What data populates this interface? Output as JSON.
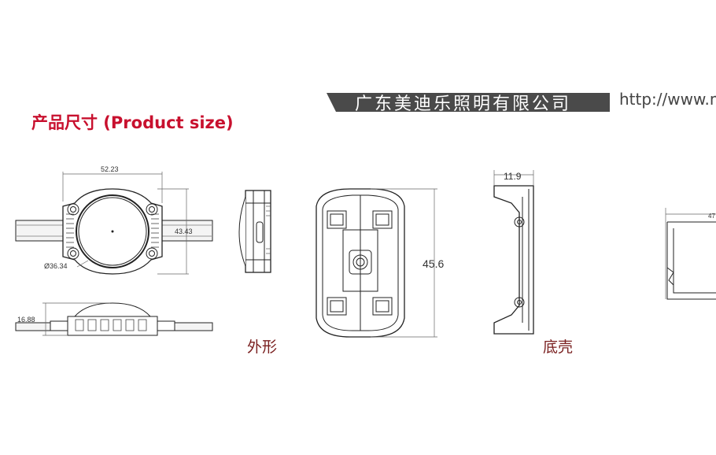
{
  "header": {
    "company": "广东美迪乐照明有限公司",
    "url": "http://www.m"
  },
  "title": "产品尺寸 (Product size)",
  "captions": {
    "appearance": "外形",
    "base": "底壳"
  },
  "dimensions": {
    "front_width": "52.23",
    "front_height": "43.43",
    "lens_diameter": "Ø36.34",
    "side_height": "16.88",
    "base_height": "45.6",
    "base_depth": "11.9",
    "partial": "47"
  }
}
